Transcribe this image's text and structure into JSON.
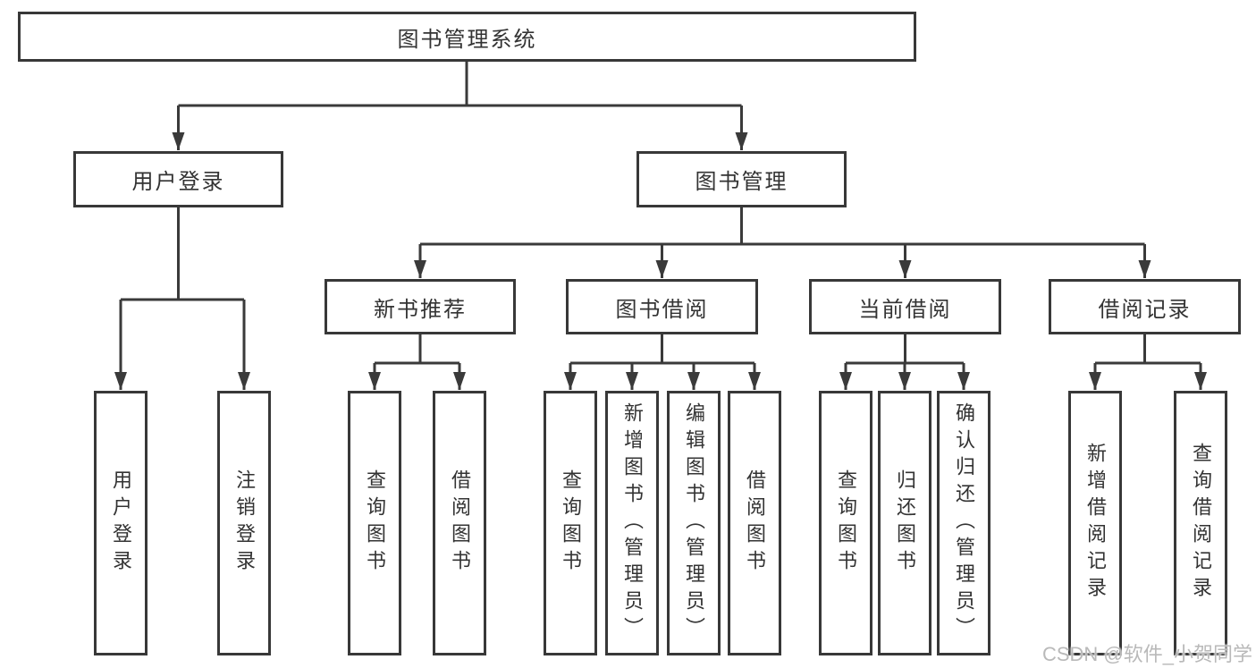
{
  "style": {
    "line_color": "#3a3a3a",
    "box_border_color": "#383838",
    "text_color": "#333333",
    "watermark_color": "#b9b9b9"
  },
  "tree": {
    "root": "图书管理系统",
    "children": [
      {
        "label": "用户登录",
        "children": [
          {
            "label": "用户登录"
          },
          {
            "label": "注销登录"
          }
        ]
      },
      {
        "label": "图书管理",
        "children": [
          {
            "label": "新书推荐",
            "children": [
              {
                "label": "查询图书"
              },
              {
                "label": "借阅图书"
              }
            ]
          },
          {
            "label": "图书借阅",
            "children": [
              {
                "label": "查询图书"
              },
              {
                "label": "新增图书（管理员）"
              },
              {
                "label": "编辑图书（管理员）"
              },
              {
                "label": "借阅图书"
              }
            ]
          },
          {
            "label": "当前借阅",
            "children": [
              {
                "label": "查询图书"
              },
              {
                "label": "归还图书"
              },
              {
                "label": "确认归还（管理员）"
              }
            ]
          },
          {
            "label": "借阅记录",
            "children": [
              {
                "label": "新增借阅记录"
              },
              {
                "label": "查询借阅记录"
              }
            ]
          }
        ]
      }
    ]
  },
  "watermark": "CSDN @软件_小贺同学"
}
